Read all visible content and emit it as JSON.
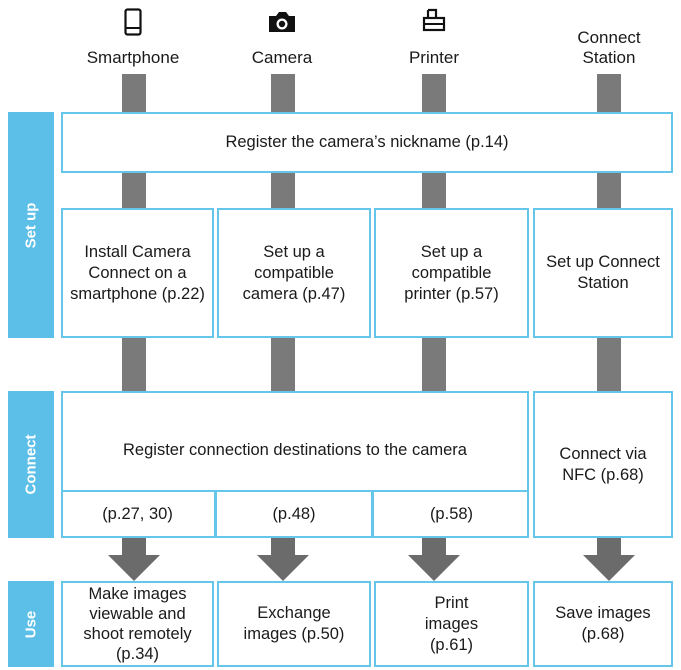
{
  "devices": [
    {
      "label": "Smartphone",
      "icon": "smartphone-icon"
    },
    {
      "label": "Camera",
      "icon": "camera-icon"
    },
    {
      "label": "Printer",
      "icon": "printer-icon"
    },
    {
      "label": "Connect\nStation",
      "icon": ""
    }
  ],
  "sections": {
    "setup": "Set up",
    "connect": "Connect",
    "use": "Use"
  },
  "register_nickname": "Register the camera’s nickname (p.14)",
  "setup_steps": [
    "Install Camera Connect on a smartphone (p.22)",
    "Set up a compatible camera (p.47)",
    "Set up a compatible printer (p.57)",
    "Set up Connect Station"
  ],
  "register_destinations": "Register connection destinations to the camera",
  "connect_pages": [
    "(p.27, 30)",
    "(p.48)",
    "(p.58)"
  ],
  "connect_nfc": "Connect via NFC (p.68)",
  "use_steps": [
    "Make images viewable and shoot remotely (p.34)",
    "Exchange images (p.50)",
    "Print images (p.61)",
    "Save images (p.68)"
  ],
  "colors": {
    "accent": "#5cbfe8",
    "border": "#66c6ea",
    "connector": "#7a7a7a"
  }
}
